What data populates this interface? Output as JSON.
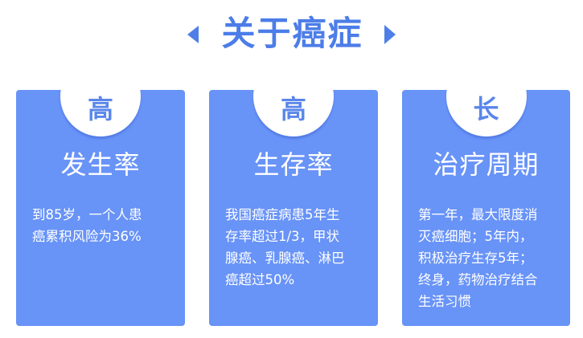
{
  "header": {
    "title": "关于癌症",
    "arrow_left_icon": "triangle-left",
    "arrow_right_icon": "triangle-right"
  },
  "colors": {
    "title": "#4c7de8",
    "card_bg": "#6893f7",
    "badge_bg": "#ffffff",
    "badge_text": "#5a86ea",
    "card_text": "#ffffff"
  },
  "cards": [
    {
      "badge": "高",
      "subtitle": "发生率",
      "lines": [
        "到85岁，一个人患",
        "癌累积风险为36%"
      ]
    },
    {
      "badge": "高",
      "subtitle": "生存率",
      "lines": [
        "我国癌症病患5年生",
        "存率超过1/3，甲状",
        "腺癌、乳腺癌、淋巴",
        "癌超过50%"
      ]
    },
    {
      "badge": "长",
      "subtitle": "治疗周期",
      "lines": [
        "第一年，最大限度消",
        "灭癌细胞；5年内，",
        "积极治疗生存5年；",
        "终身，药物治疗结合",
        "生活习惯"
      ]
    }
  ]
}
